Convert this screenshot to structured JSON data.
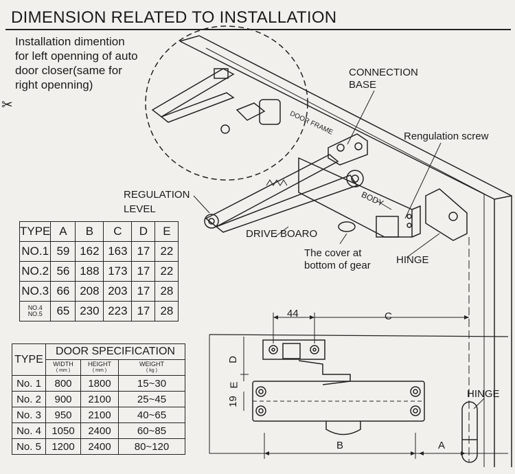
{
  "title": "DIMENSION RELATED TO INSTALLATION",
  "intro": {
    "line1": "Installation dimention",
    "line2": "for left openning of auto",
    "line3": "door closer(same for",
    "line4": "right openning)"
  },
  "labels": {
    "connection_base": "CONNECTION",
    "connection_base2": "BASE",
    "door_frame": "DOOR FRAME",
    "regulation_screw": "Rengulation screw",
    "regulation_level": "REGULATION",
    "regulation_level2": "LEVEL",
    "body": "BODY",
    "drive_board": "DRIVE BOARO",
    "cover1": "The cover at",
    "cover2": "bottom of gear",
    "hinge": "HINGE",
    "hinge2": "HINGE",
    "dim_44": "44",
    "dim_c": "C",
    "dim_d": "D",
    "dim_e": "E",
    "dim_19": "19",
    "dim_b": "B",
    "dim_a": "A"
  },
  "dimension_table": {
    "headers": [
      "TYPE",
      "A",
      "B",
      "C",
      "D",
      "E"
    ],
    "rows": [
      [
        "NO.1",
        "59",
        "162",
        "163",
        "17",
        "22"
      ],
      [
        "NO.2",
        "56",
        "188",
        "173",
        "17",
        "22"
      ],
      [
        "NO.3",
        "66",
        "208",
        "203",
        "17",
        "28"
      ],
      [
        "NO.4 NO.5",
        "65",
        "230",
        "223",
        "17",
        "28"
      ]
    ],
    "row4_type_a": "NO.4",
    "row4_type_b": "NO.5"
  },
  "spec_table": {
    "type": "TYPE",
    "group": "DOOR SPECIFICATION",
    "width": "WIDTH",
    "width_unit": "( mm )",
    "height": "HEIGHT",
    "height_unit": "( mm )",
    "weight": "WEIGHT",
    "weight_unit": "( kg )",
    "rows": [
      [
        "No. 1",
        "800",
        "1800",
        "15~30"
      ],
      [
        "No. 2",
        "900",
        "2100",
        "25~45"
      ],
      [
        "No. 3",
        "950",
        "2100",
        "40~65"
      ],
      [
        "No. 4",
        "1050",
        "2400",
        "60~85"
      ],
      [
        "No. 5",
        "1200",
        "2400",
        "80~120"
      ]
    ]
  }
}
